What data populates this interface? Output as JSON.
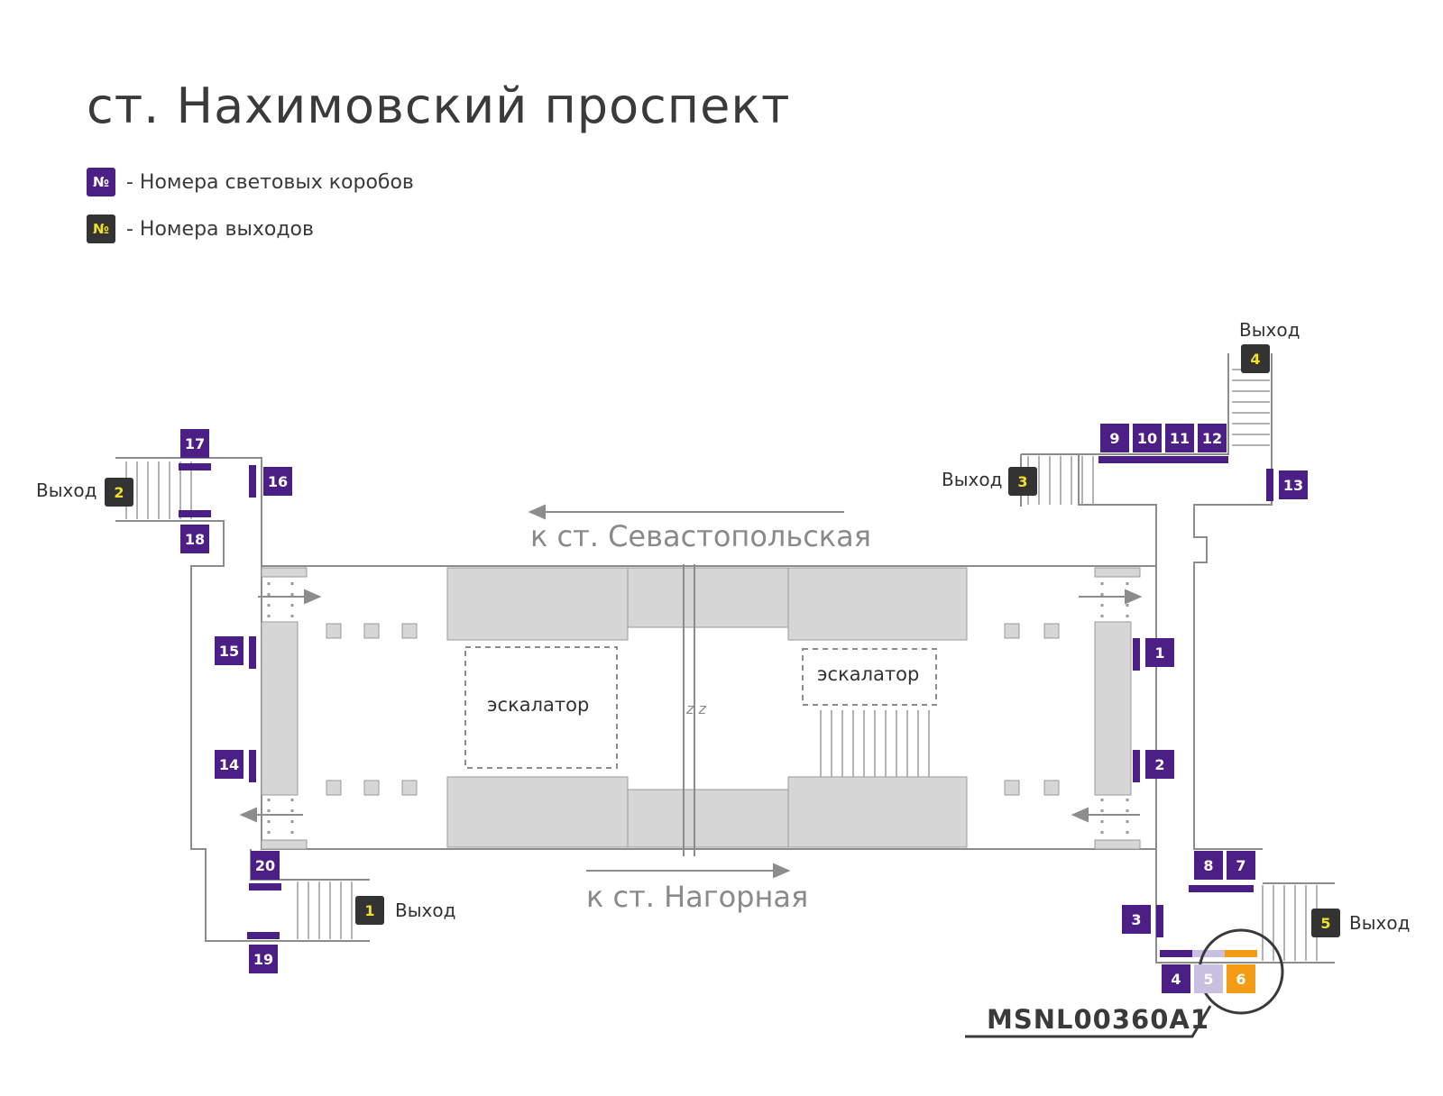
{
  "title": "ст. Нахимовский проспект",
  "legend": [
    {
      "symbol": "№",
      "text": "- Номера световых коробов",
      "kind": "lightbox"
    },
    {
      "symbol": "№",
      "text": "- Номера выходов",
      "kind": "exit"
    }
  ],
  "colors": {
    "lightbox": "#4b1f86",
    "lightbox_text": "#ffffff",
    "exit": "#333333",
    "exit_text": "#f2e12b",
    "highlight": "#f29b13",
    "faded": "#c9bfe0",
    "gray": "#d6d6d6",
    "line": "#8c8c8c"
  },
  "exit_label": "Выход",
  "directions": {
    "top": "к ст. Севастопольская",
    "bottom": "к ст. Нагорная"
  },
  "escalator_label": "эскалатор",
  "gap_mark": "z z",
  "code": "MSNL00360A1",
  "lightboxes": [
    "1",
    "2",
    "3",
    "4",
    "5",
    "6",
    "7",
    "8",
    "9",
    "10",
    "11",
    "12",
    "13",
    "14",
    "15",
    "16",
    "17",
    "18",
    "19",
    "20"
  ],
  "exits": [
    "1",
    "2",
    "3",
    "4",
    "5"
  ]
}
